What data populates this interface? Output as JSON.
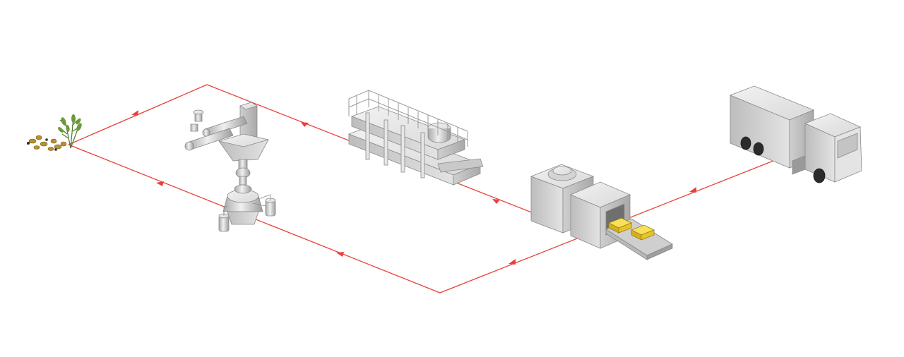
{
  "diagram": {
    "type": "process-flow-illustration",
    "line_color": "#e8413c",
    "equipment_color": "#d8d8d8",
    "product_color": "#e8c838",
    "nodes": [
      {
        "id": "raw-plants",
        "icon": "plant-herb-icon"
      },
      {
        "id": "extraction-unit",
        "icon": "extractor-machine-icon"
      },
      {
        "id": "filtration-washer",
        "icon": "washing-line-icon"
      },
      {
        "id": "drying-packaging",
        "icon": "dryer-oven-icon"
      },
      {
        "id": "delivery-truck",
        "icon": "truck-icon"
      }
    ]
  }
}
